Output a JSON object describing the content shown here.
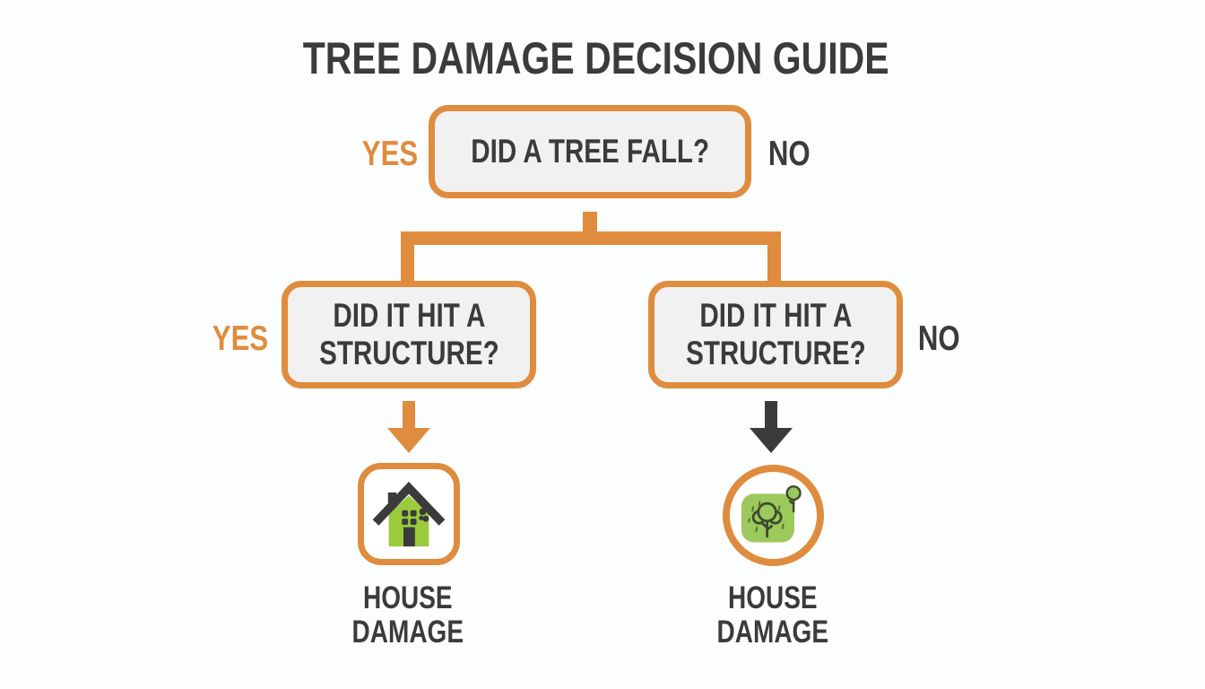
{
  "title": "TREE DAMAGE DECISION GUIDE",
  "colors": {
    "orange": "#DF8C3E",
    "dark": "#3B3B3B",
    "box_fill": "#F1F1F1",
    "house_green": "#9BCB3D",
    "park_green": "#9CC95B",
    "background": "#FCFDFD"
  },
  "root": {
    "question": "DID A TREE FALL?",
    "yes_label": "YES",
    "no_label": "NO"
  },
  "left_branch": {
    "question": "DID IT HIT A\nSTRUCTURE?",
    "yes_label": "YES",
    "outcome_label": "HOUSE\nDAMAGE",
    "icon": "house-damage-icon"
  },
  "right_branch": {
    "question": "DID IT HIT A\nSTRUCTURE?",
    "no_label": "NO",
    "outcome_label": "HOUSE\nDAMAGE",
    "icon": "yard-trees-icon"
  }
}
